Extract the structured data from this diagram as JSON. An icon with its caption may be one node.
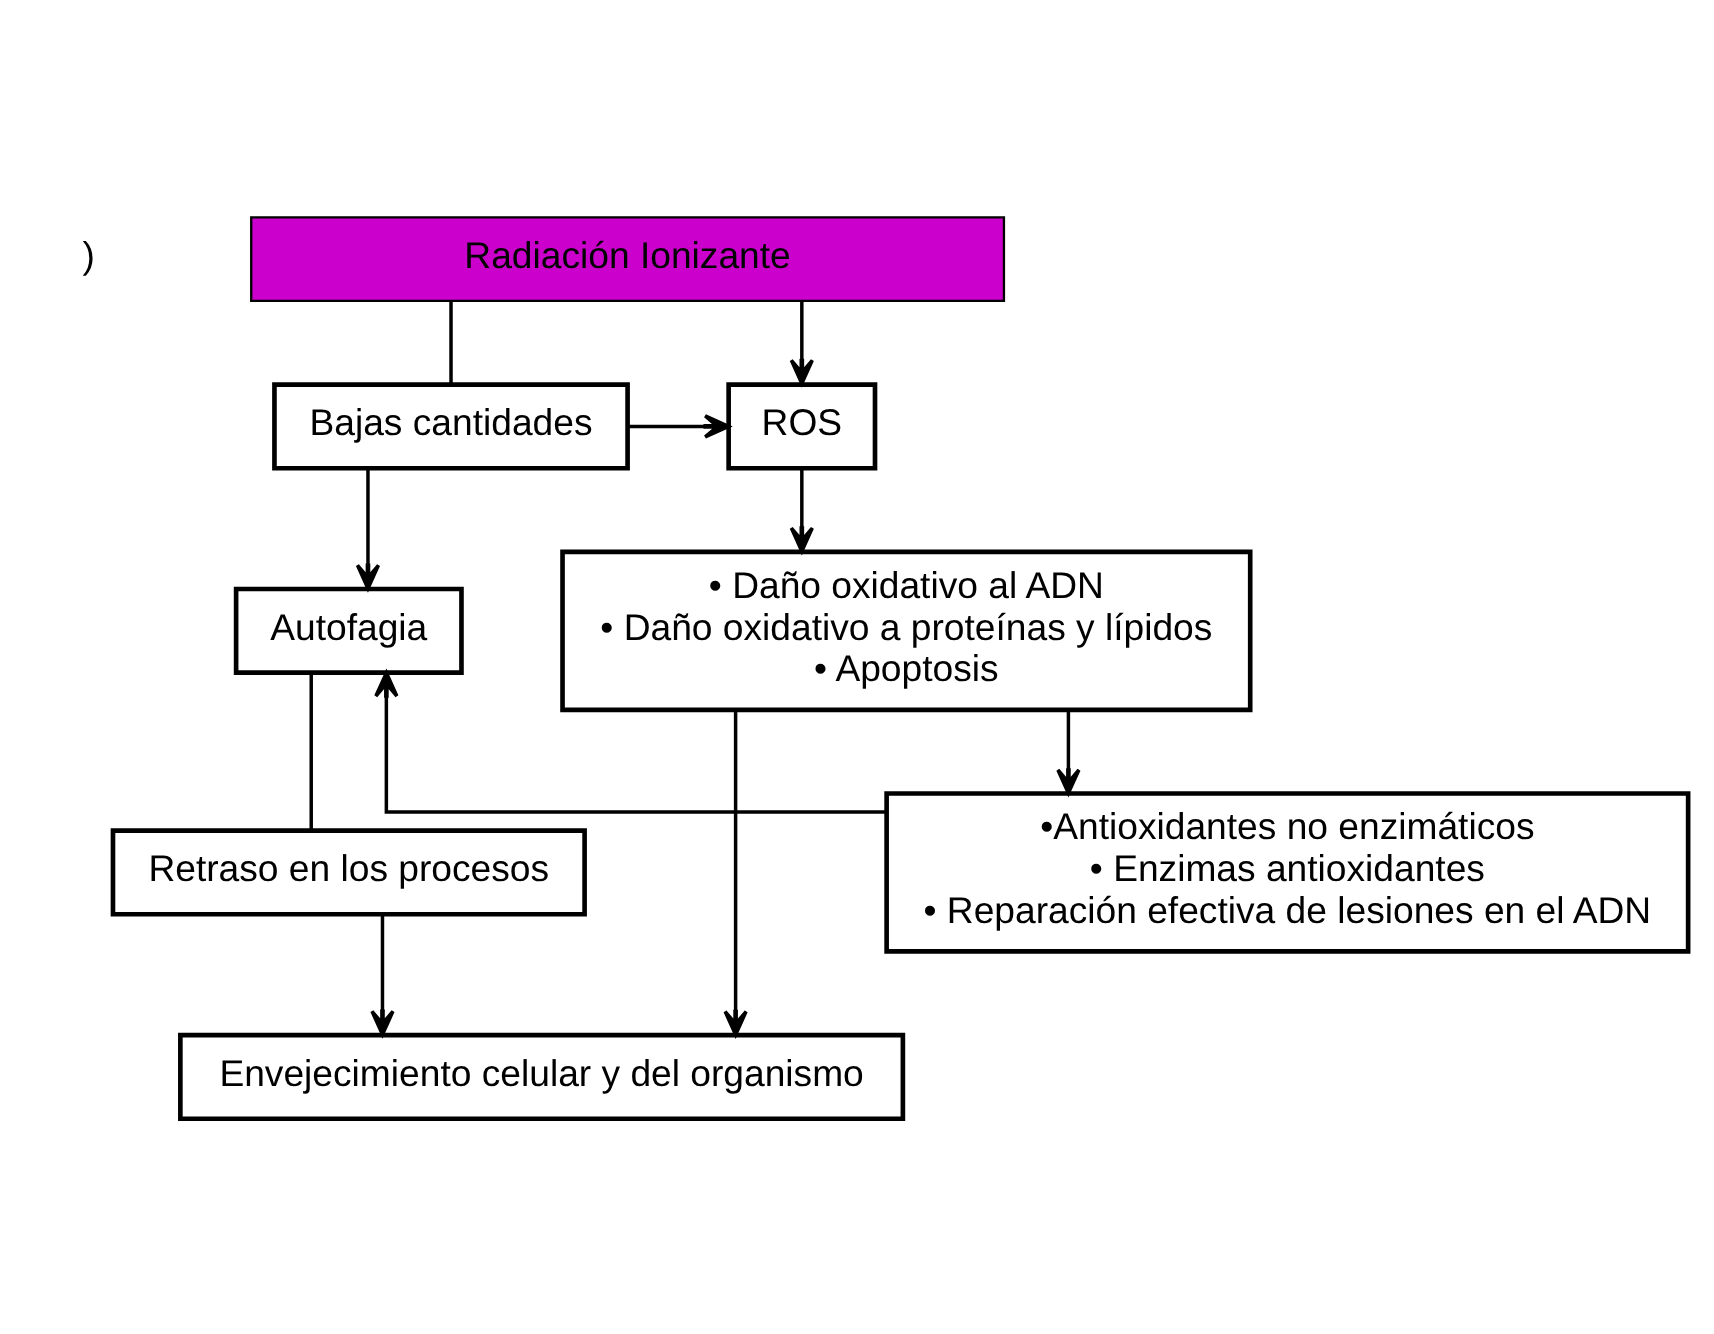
{
  "diagram": {
    "nodes": [
      {
        "text": [
          "Radiación Ionizante"
        ]
      },
      {
        "text": [
          "ROS"
        ]
      },
      {
        "text": [
          "Bajas cantidades"
        ]
      },
      {
        "text": [
          "Autofagia"
        ]
      },
      {
        "text": [
          "• Daño oxidativo al ADN",
          "• Daño oxidativo a proteínas y lípidos",
          "• Apoptosis"
        ]
      },
      {
        "text": [
          "•Antioxidantes no enzimáticos",
          "• Enzimas antioxidantes",
          "• Reparación efectiva de lesiones en el ADN"
        ]
      },
      {
        "text": [
          "Retraso en los procesos"
        ]
      },
      {
        "text": [
          "Envejecimiento celular y del organismo"
        ]
      }
    ],
    "edges": [
      {
        "from": 0,
        "to": 1,
        "arrow": "to"
      },
      {
        "from": 0,
        "to": 2,
        "arrow": "none"
      },
      {
        "from": 2,
        "to": 1,
        "arrow": "to"
      },
      {
        "from": 2,
        "to": 3,
        "arrow": "to"
      },
      {
        "from": 1,
        "to": 4,
        "arrow": "to"
      },
      {
        "from": 4,
        "to": 5,
        "arrow": "to"
      },
      {
        "from": 5,
        "to": 3,
        "arrow": "to"
      },
      {
        "from": 3,
        "to": 6,
        "arrow": "none"
      },
      {
        "from": 4,
        "to": 7,
        "arrow": "to"
      },
      {
        "from": 6,
        "to": 7,
        "arrow": "to"
      }
    ],
    "labels": [
      ")"
    ]
  }
}
